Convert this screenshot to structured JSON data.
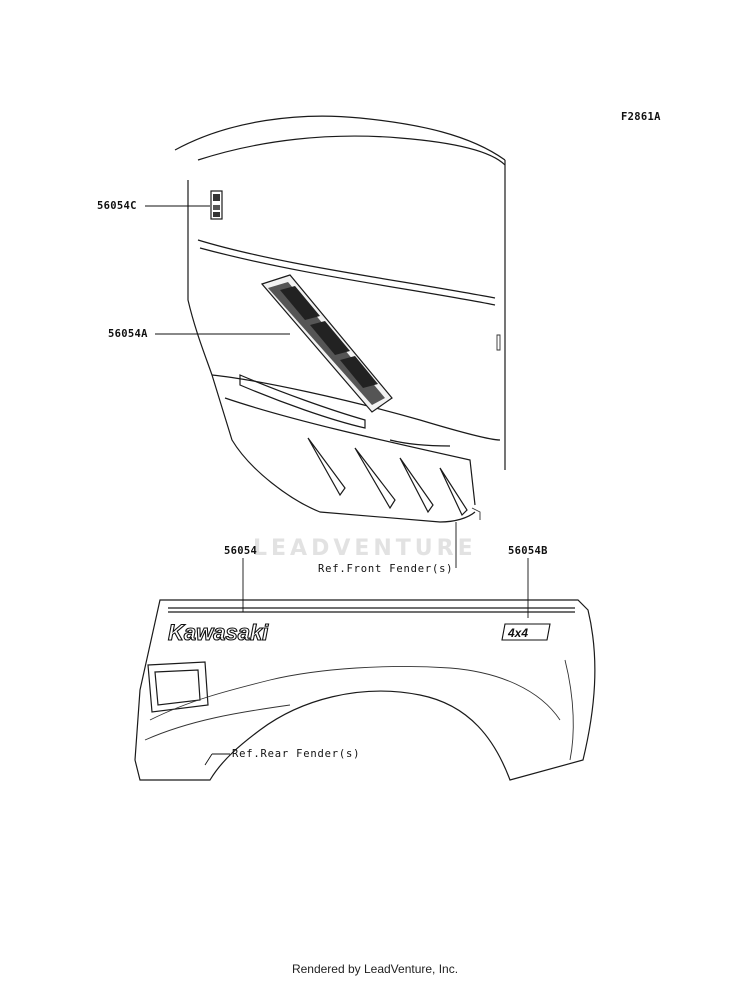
{
  "figure_code": "F2861A",
  "callouts": {
    "part_56054C": "56054C",
    "part_56054A": "56054A",
    "part_56054": "56054",
    "part_56054B": "56054B"
  },
  "references": {
    "front_fender": "Ref.Front Fender(s)",
    "rear_fender": "Ref.Rear Fender(s)"
  },
  "decal_text": {
    "brand": "Kawasaki",
    "drive": "4x4"
  },
  "watermark": "LEADVENTURE",
  "footer": "Rendered by LeadVenture, Inc."
}
